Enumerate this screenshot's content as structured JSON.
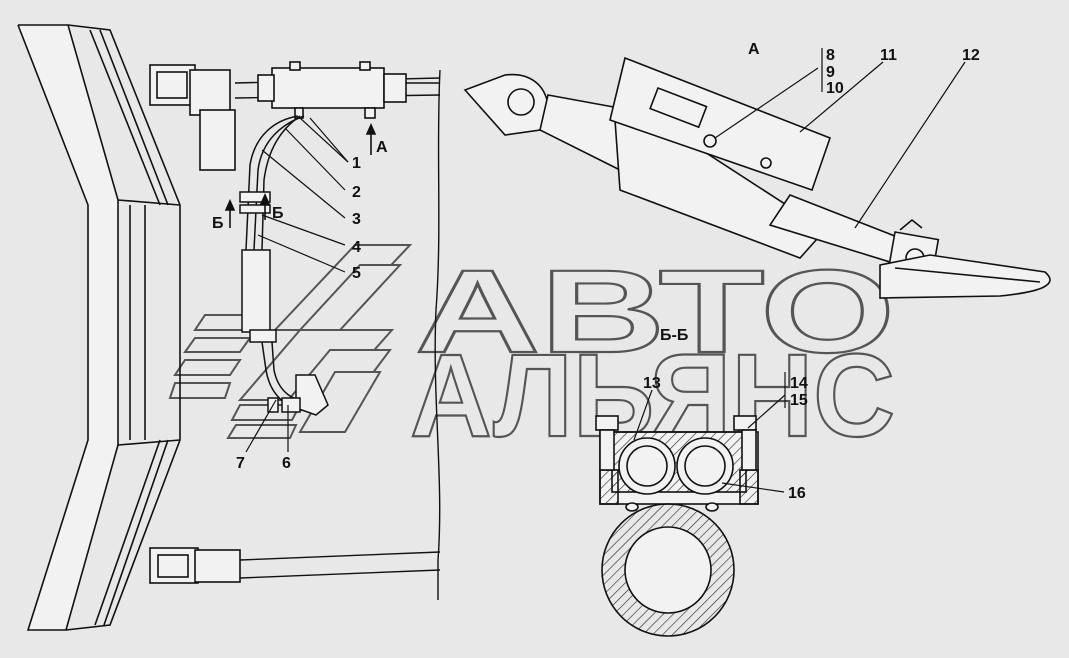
{
  "watermark": {
    "line1": "АВТО",
    "line2": "АЛЬЯНС"
  },
  "callouts": {
    "c1": "1",
    "c2": "2",
    "c3": "3",
    "c4": "4",
    "c5": "5",
    "c6": "6",
    "c7": "7",
    "c8": "8",
    "c9": "9",
    "c10": "10",
    "c11": "11",
    "c12": "12",
    "c13": "13",
    "c14": "14",
    "c15": "15",
    "c16": "16"
  },
  "view_labels": {
    "view_a_marker": "А",
    "view_a_title": "А",
    "section_b_left": "Б",
    "section_b_right": "Б",
    "section_bb_title": "Б-Б"
  }
}
